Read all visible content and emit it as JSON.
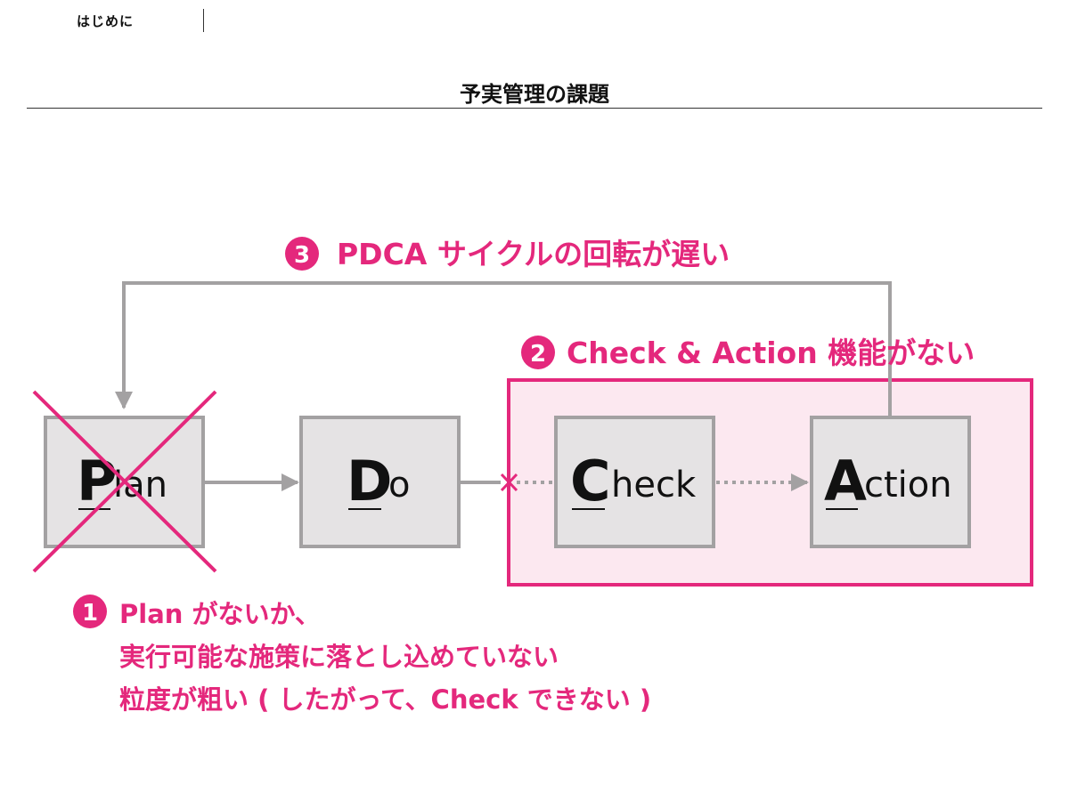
{
  "header": {
    "section_label": "はじめに",
    "title": "予実管理の課題"
  },
  "steps": [
    {
      "key": "plan",
      "initial": "P",
      "rest": "lan"
    },
    {
      "key": "do",
      "initial": "D",
      "rest": "o"
    },
    {
      "key": "check",
      "initial": "C",
      "rest": "heck"
    },
    {
      "key": "action",
      "initial": "A",
      "rest": "ction"
    }
  ],
  "issues": [
    {
      "number": "1",
      "lines": [
        "Plan がないか、",
        "実行可能な施策に落とし込めていない",
        "粒度が粗い ( したがって、Check できない )"
      ]
    },
    {
      "number": "2",
      "text": "Check & Action 機能がない"
    },
    {
      "number": "3",
      "text": "PDCA サイクルの回転が遅い"
    }
  ],
  "colors": {
    "accent": "#e4287c",
    "box_fill": "#e5e3e4",
    "box_border": "#a3a1a2",
    "highlight_fill": "#fce8f0"
  }
}
